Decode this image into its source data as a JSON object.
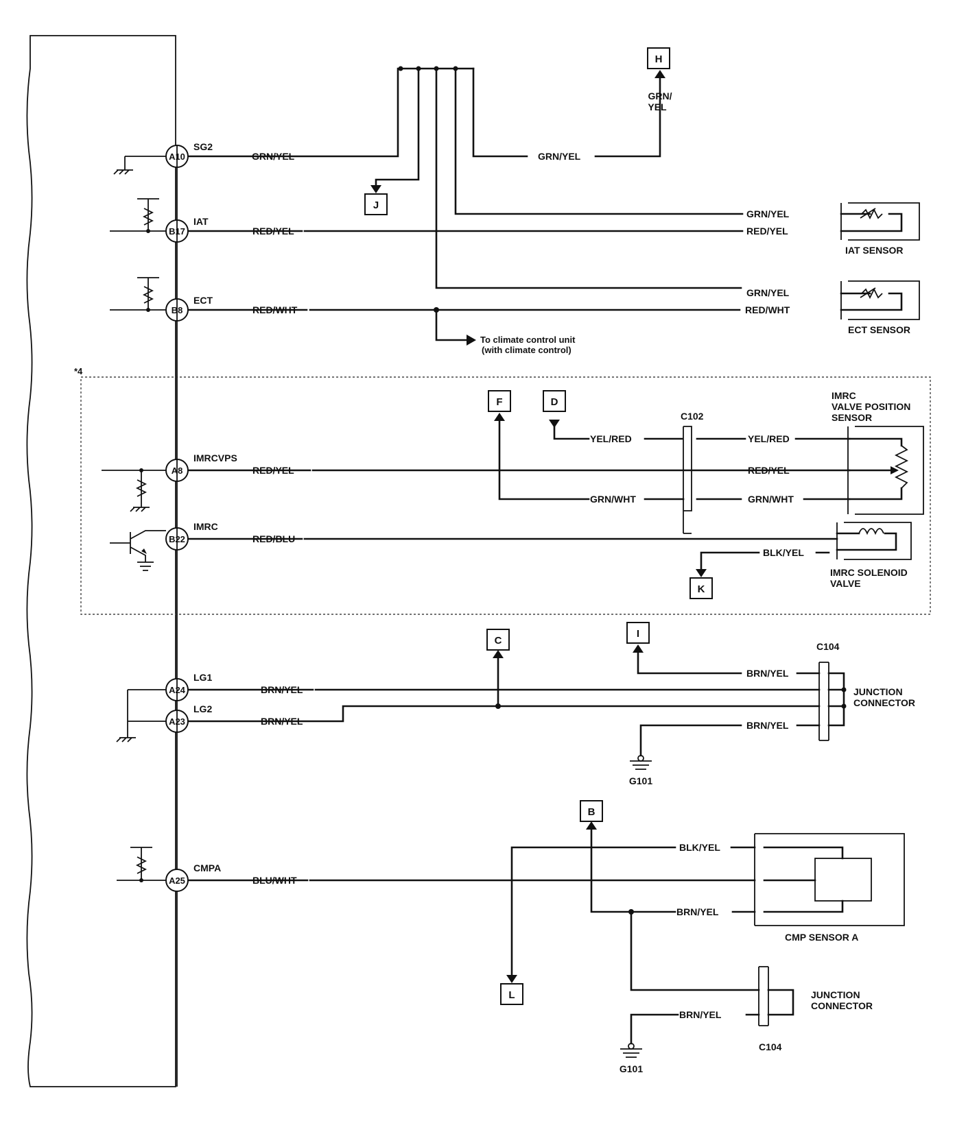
{
  "pins": [
    {
      "id": "A10",
      "signal": "SG2",
      "wire": "GRN/YEL"
    },
    {
      "id": "B17",
      "signal": "IAT",
      "wire": "RED/YEL"
    },
    {
      "id": "B8",
      "signal": "ECT",
      "wire": "RED/WHT"
    },
    {
      "id": "A8",
      "signal": "IMRCVPS",
      "wire": "RED/YEL"
    },
    {
      "id": "B22",
      "signal": "IMRC",
      "wire": "RED/BLU"
    },
    {
      "id": "A24",
      "signal": "LG1",
      "wire": "BRN/YEL"
    },
    {
      "id": "A23",
      "signal": "LG2",
      "wire": "BRN/YEL"
    },
    {
      "id": "A25",
      "signal": "CMPA",
      "wire": "BLU/WHT"
    }
  ],
  "connectors": {
    "H": "H",
    "J": "J",
    "F": "F",
    "D": "D",
    "K": "K",
    "C": "C",
    "I": "I",
    "B": "B",
    "L": "L"
  },
  "wires": {
    "sg2_right": "GRN/YEL",
    "h_vertical": "GRN/\nYEL",
    "iat_grn": "GRN/YEL",
    "iat_red": "RED/YEL",
    "ect_grn": "GRN/YEL",
    "ect_red": "RED/WHT",
    "vps_yelred_left": "YEL/RED",
    "vps_yelred_right": "YEL/RED",
    "vps_redyel": "RED/YEL",
    "vps_grnwht_left": "GRN/WHT",
    "vps_grnwht_right": "GRN/WHT",
    "sol_blkyel": "BLK/YEL",
    "jc1_top": "BRN/YEL",
    "jc1_bottom": "BRN/YEL",
    "cmp_blkyel": "BLK/YEL",
    "cmp_brnyel": "BRN/YEL",
    "jc2_brnyel": "BRN/YEL"
  },
  "labels": {
    "climate_1": "To climate control unit",
    "climate_2": "(with climate control)",
    "note": "*4",
    "iat_sensor": "IAT SENSOR",
    "ect_sensor": "ECT SENSOR",
    "imrc_vps_1": "IMRC",
    "imrc_vps_2": "VALVE POSITION",
    "imrc_vps_3": "SENSOR",
    "c102": "C102",
    "imrc_sol_1": "IMRC SOLENOID",
    "imrc_sol_2": "VALVE",
    "c104_top": "C104",
    "jc1_1": "JUNCTION",
    "jc1_2": "CONNECTOR",
    "g101_top": "G101",
    "cmp_sensor": "CMP SENSOR A",
    "jc2_1": "JUNCTION",
    "jc2_2": "CONNECTOR",
    "c104_bottom": "C104",
    "g101_bottom": "G101"
  }
}
